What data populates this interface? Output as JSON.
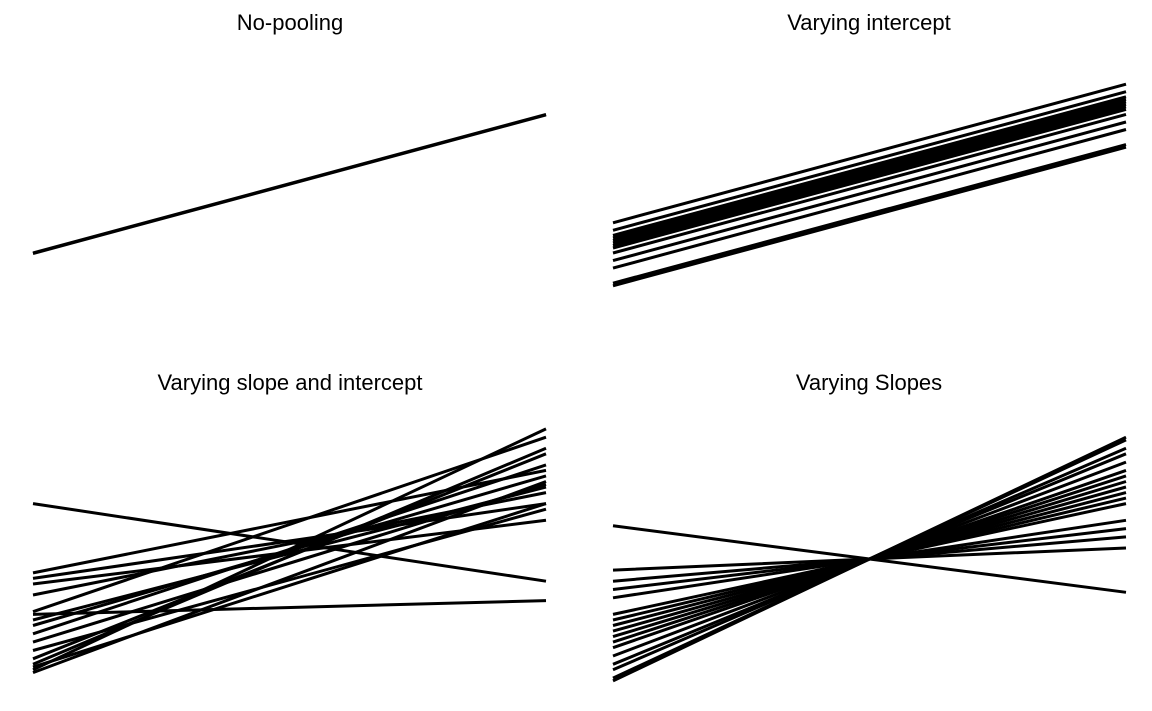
{
  "chart_data": [
    {
      "type": "line",
      "title": "No-pooling",
      "xlim": [
        0,
        1
      ],
      "ylim": [
        0,
        1
      ],
      "series": [
        {
          "x": [
            0,
            1
          ],
          "y": [
            0.25,
            0.8
          ]
        },
        {
          "x": [
            0,
            1
          ],
          "y": [
            0.248,
            0.798
          ]
        }
      ]
    },
    {
      "type": "line",
      "title": "Varying intercept",
      "xlim": [
        0,
        1
      ],
      "ylim": [
        0,
        1
      ],
      "series": [
        {
          "x": [
            0,
            1
          ],
          "y": [
            0.37,
            0.92
          ]
        },
        {
          "x": [
            0,
            1
          ],
          "y": [
            0.34,
            0.89
          ]
        },
        {
          "x": [
            0,
            1
          ],
          "y": [
            0.32,
            0.87
          ]
        },
        {
          "x": [
            0,
            1
          ],
          "y": [
            0.31,
            0.86
          ]
        },
        {
          "x": [
            0,
            1
          ],
          "y": [
            0.3,
            0.85
          ]
        },
        {
          "x": [
            0,
            1
          ],
          "y": [
            0.29,
            0.84
          ]
        },
        {
          "x": [
            0,
            1
          ],
          "y": [
            0.28,
            0.83
          ]
        },
        {
          "x": [
            0,
            1
          ],
          "y": [
            0.27,
            0.82
          ]
        },
        {
          "x": [
            0,
            1
          ],
          "y": [
            0.25,
            0.8
          ]
        },
        {
          "x": [
            0,
            1
          ],
          "y": [
            0.22,
            0.77
          ]
        },
        {
          "x": [
            0,
            1
          ],
          "y": [
            0.19,
            0.74
          ]
        },
        {
          "x": [
            0,
            1
          ],
          "y": [
            0.13,
            0.68
          ]
        },
        {
          "x": [
            0,
            1
          ],
          "y": [
            0.12,
            0.67
          ]
        }
      ]
    },
    {
      "type": "line",
      "title": "Varying slope and intercept",
      "xlim": [
        0,
        1
      ],
      "ylim": [
        0,
        1
      ],
      "series": [
        {
          "x": [
            0,
            1
          ],
          "y": [
            0.68,
            0.4
          ]
        },
        {
          "x": [
            0,
            1
          ],
          "y": [
            0.41,
            0.68
          ]
        },
        {
          "x": [
            0,
            1
          ],
          "y": [
            0.43,
            0.8
          ]
        },
        {
          "x": [
            0,
            1
          ],
          "y": [
            0.39,
            0.62
          ]
        },
        {
          "x": [
            0,
            1
          ],
          "y": [
            0.35,
            0.72
          ]
        },
        {
          "x": [
            0,
            1
          ],
          "y": [
            0.29,
            0.92
          ]
        },
        {
          "x": [
            0,
            1
          ],
          "y": [
            0.28,
            0.33
          ]
        },
        {
          "x": [
            0,
            1
          ],
          "y": [
            0.26,
            0.74
          ]
        },
        {
          "x": [
            0,
            1
          ],
          "y": [
            0.24,
            0.78
          ]
        },
        {
          "x": [
            0,
            1
          ],
          "y": [
            0.21,
            0.82
          ]
        },
        {
          "x": [
            0,
            1
          ],
          "y": [
            0.18,
            0.75
          ]
        },
        {
          "x": [
            0,
            1
          ],
          "y": [
            0.15,
            0.66
          ]
        },
        {
          "x": [
            0,
            1
          ],
          "y": [
            0.12,
            0.86
          ]
        },
        {
          "x": [
            0,
            1
          ],
          "y": [
            0.1,
            0.88
          ]
        },
        {
          "x": [
            0,
            1
          ],
          "y": [
            0.08,
            0.95
          ]
        },
        {
          "x": [
            0,
            1
          ],
          "y": [
            0.09,
            0.68
          ]
        },
        {
          "x": [
            0,
            1
          ],
          "y": [
            0.07,
            0.76
          ]
        }
      ]
    },
    {
      "type": "line",
      "title": "Varying Slopes",
      "xlim": [
        0,
        1
      ],
      "ylim": [
        0,
        1
      ],
      "series": [
        {
          "x": [
            0,
            0.5,
            1
          ],
          "y": [
            0.6,
            0.48,
            0.36
          ]
        },
        {
          "x": [
            0,
            0.5,
            1
          ],
          "y": [
            0.44,
            0.48,
            0.52
          ]
        },
        {
          "x": [
            0,
            0.5,
            1
          ],
          "y": [
            0.4,
            0.48,
            0.56
          ]
        },
        {
          "x": [
            0,
            0.5,
            1
          ],
          "y": [
            0.37,
            0.48,
            0.59
          ]
        },
        {
          "x": [
            0,
            0.5,
            1
          ],
          "y": [
            0.34,
            0.48,
            0.62
          ]
        },
        {
          "x": [
            0,
            0.5,
            1
          ],
          "y": [
            0.28,
            0.48,
            0.68
          ]
        },
        {
          "x": [
            0,
            0.5,
            1
          ],
          "y": [
            0.26,
            0.48,
            0.7
          ]
        },
        {
          "x": [
            0,
            0.5,
            1
          ],
          "y": [
            0.24,
            0.48,
            0.72
          ]
        },
        {
          "x": [
            0,
            0.5,
            1
          ],
          "y": [
            0.22,
            0.48,
            0.74
          ]
        },
        {
          "x": [
            0,
            0.5,
            1
          ],
          "y": [
            0.2,
            0.48,
            0.76
          ]
        },
        {
          "x": [
            0,
            0.5,
            1
          ],
          "y": [
            0.18,
            0.48,
            0.78
          ]
        },
        {
          "x": [
            0,
            0.5,
            1
          ],
          "y": [
            0.16,
            0.48,
            0.8
          ]
        },
        {
          "x": [
            0,
            0.5,
            1
          ],
          "y": [
            0.13,
            0.48,
            0.83
          ]
        },
        {
          "x": [
            0,
            0.5,
            1
          ],
          "y": [
            0.1,
            0.48,
            0.86
          ]
        },
        {
          "x": [
            0,
            0.5,
            1
          ],
          "y": [
            0.08,
            0.48,
            0.88
          ]
        },
        {
          "x": [
            0,
            0.5,
            1
          ],
          "y": [
            0.05,
            0.48,
            0.91
          ]
        },
        {
          "x": [
            0,
            0.5,
            1
          ],
          "y": [
            0.04,
            0.48,
            0.92
          ]
        }
      ]
    }
  ],
  "style": {
    "line_color": "#000000",
    "background": "#ffffff"
  }
}
